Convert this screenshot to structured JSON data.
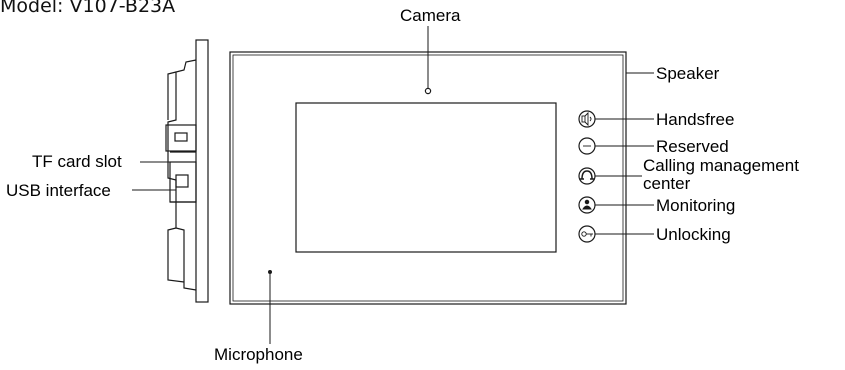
{
  "model": "Model: V107-B23A",
  "labels": {
    "camera": "Camera",
    "speaker": "Speaker",
    "handsfree": "Handsfree",
    "reserved": "Reserved",
    "calling_line1": "Calling management",
    "calling_line2": "center",
    "monitoring": "Monitoring",
    "unlocking": "Unlocking",
    "tf_card_slot": "TF card slot",
    "usb_interface": "USB interface",
    "microphone": "Microphone"
  },
  "icons": {
    "handsfree": "speaker-volume-icon",
    "reserved": "minus-icon",
    "calling": "phone-handset-icon",
    "monitoring": "person-icon",
    "unlocking": "key-icon"
  }
}
